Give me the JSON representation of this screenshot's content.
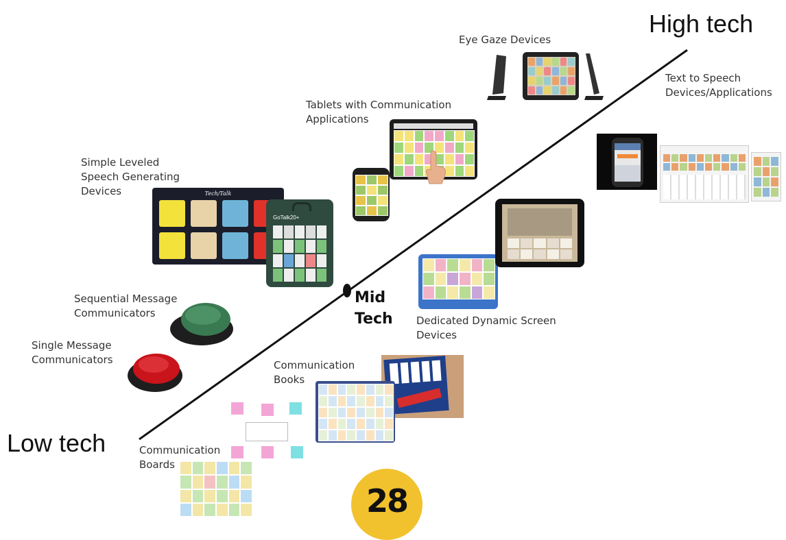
{
  "axis": {
    "low_label": "Low tech",
    "high_label": "High tech",
    "mid_label_1": "Mid",
    "mid_label_2": "Tech"
  },
  "labels": {
    "eye_gaze": "Eye Gaze Devices",
    "text_to_speech_1": "Text to Speech",
    "text_to_speech_2": "Devices/Applications",
    "tablets_1": "Tablets with Communication",
    "tablets_2": "Applications",
    "simple_leveled_1": "Simple Leveled",
    "simple_leveled_2": "Speech Generating",
    "simple_leveled_3": "Devices",
    "sequential_1": "Sequential Message",
    "sequential_2": "Communicators",
    "single_1": "Single Message",
    "single_2": "Communicators",
    "dedicated_1": "Dedicated Dynamic Screen",
    "dedicated_2": "Devices",
    "books_1": "Communication",
    "books_2": "Books",
    "boards_1": "Communication",
    "boards_2": "Boards"
  },
  "badge": {
    "number": "28",
    "color": "#f2c12e"
  },
  "device_text": {
    "tech_talk": "Tech/Talk",
    "go_talk": "GoTalk20+"
  },
  "colors": {
    "line": "#111111",
    "red_button": "#c8141a",
    "green_button": "#3a7a52"
  }
}
